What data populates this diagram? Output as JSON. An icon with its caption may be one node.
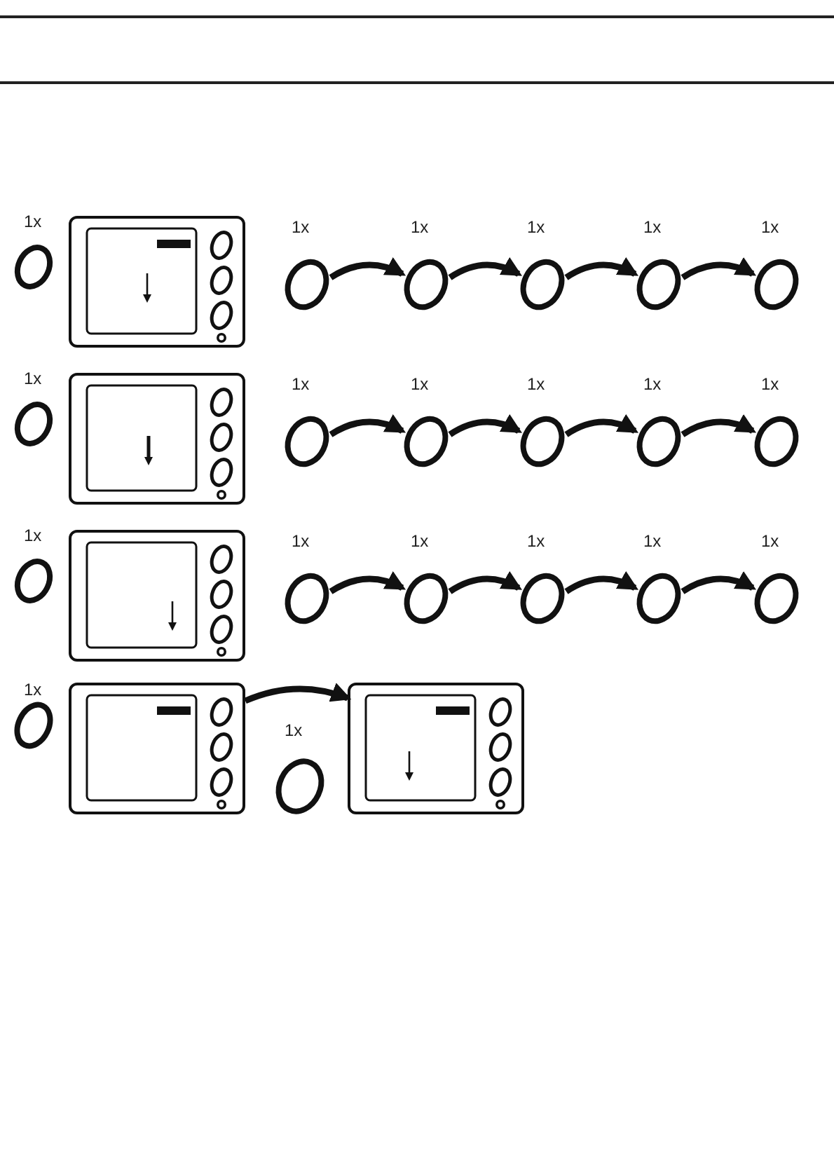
{
  "diagram": {
    "nodes": [
      {
        "text": [],
        "shape": "circle",
        "beside": [
          "1x"
        ]
      },
      {
        "text": [],
        "shape": "box"
      },
      {
        "text": [],
        "shape": "circle",
        "beside": [
          "1x"
        ]
      },
      {
        "text": [],
        "shape": "circle",
        "beside": [
          "1x"
        ]
      },
      {
        "text": [],
        "shape": "circle",
        "beside": [
          "1x"
        ]
      },
      {
        "text": [],
        "shape": "circle",
        "beside": [
          "1x"
        ]
      },
      {
        "text": [],
        "shape": "circle",
        "beside": [
          "1x"
        ]
      },
      {
        "text": [],
        "shape": "circle",
        "beside": [
          "1x"
        ]
      },
      {
        "text": [],
        "shape": "box"
      },
      {
        "text": [],
        "shape": "circle",
        "beside": [
          "1x"
        ]
      },
      {
        "text": [],
        "shape": "circle",
        "beside": [
          "1x"
        ]
      },
      {
        "text": [],
        "shape": "circle",
        "beside": [
          "1x"
        ]
      },
      {
        "text": [],
        "shape": "circle",
        "beside": [
          "1x"
        ]
      },
      {
        "text": [],
        "shape": "circle",
        "beside": [
          "1x"
        ]
      },
      {
        "text": [],
        "shape": "circle",
        "beside": [
          "1x"
        ]
      },
      {
        "text": [],
        "shape": "box"
      },
      {
        "text": [],
        "shape": "circle",
        "beside": [
          "1x"
        ]
      },
      {
        "text": [],
        "shape": "circle",
        "beside": [
          "1x"
        ]
      },
      {
        "text": [],
        "shape": "circle",
        "beside": [
          "1x"
        ]
      },
      {
        "text": [],
        "shape": "circle",
        "beside": [
          "1x"
        ]
      },
      {
        "text": [],
        "shape": "circle",
        "beside": [
          "1x"
        ]
      },
      {
        "text": [],
        "shape": "circle",
        "beside": [
          "1x"
        ]
      },
      {
        "text": [],
        "shape": "box"
      },
      {
        "text": [],
        "shape": "circle",
        "beside": [
          "1x"
        ]
      },
      {
        "text": [],
        "shape": "box"
      }
    ],
    "edges": [
      {
        "from": 2,
        "to": 3,
        "arrow": "to"
      },
      {
        "from": 3,
        "to": 4,
        "arrow": "to"
      },
      {
        "from": 4,
        "to": 5,
        "arrow": "to"
      },
      {
        "from": 5,
        "to": 6,
        "arrow": "to"
      },
      {
        "from": 9,
        "to": 10,
        "arrow": "to"
      },
      {
        "from": 10,
        "to": 11,
        "arrow": "to"
      },
      {
        "from": 11,
        "to": 12,
        "arrow": "to"
      },
      {
        "from": 12,
        "to": 13,
        "arrow": "to"
      },
      {
        "from": 16,
        "to": 17,
        "arrow": "to"
      },
      {
        "from": 17,
        "to": 18,
        "arrow": "to"
      },
      {
        "from": 18,
        "to": 19,
        "arrow": "to"
      },
      {
        "from": 19,
        "to": 20,
        "arrow": "to"
      },
      {
        "from": 22,
        "to": 24,
        "arrow": "to"
      }
    ]
  }
}
